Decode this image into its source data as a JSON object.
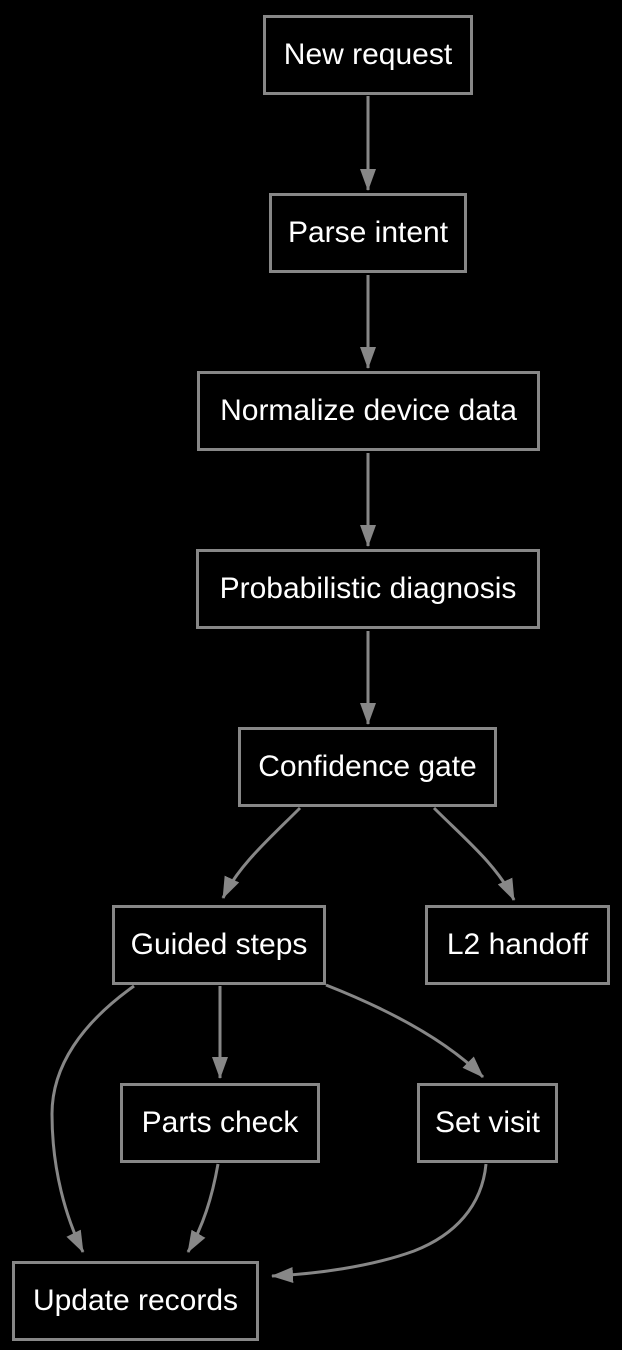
{
  "diagram": {
    "type": "flowchart",
    "colors": {
      "background": "#000000",
      "node_fill": "#000000",
      "node_border": "#878787",
      "node_text": "#ffffff",
      "edge": "#878787"
    },
    "nodes": [
      {
        "id": "new-request",
        "label": "New request"
      },
      {
        "id": "parse-intent",
        "label": "Parse intent"
      },
      {
        "id": "normalize-device-data",
        "label": "Normalize device data"
      },
      {
        "id": "probabilistic-diagnosis",
        "label": "Probabilistic diagnosis"
      },
      {
        "id": "confidence-gate",
        "label": "Confidence gate"
      },
      {
        "id": "guided-steps",
        "label": "Guided steps"
      },
      {
        "id": "l2-handoff",
        "label": "L2 handoff"
      },
      {
        "id": "parts-check",
        "label": "Parts check"
      },
      {
        "id": "set-visit",
        "label": "Set visit"
      },
      {
        "id": "update-records",
        "label": "Update records"
      }
    ],
    "edges": [
      {
        "from": "New request",
        "to": "Parse intent"
      },
      {
        "from": "Parse intent",
        "to": "Normalize device data"
      },
      {
        "from": "Normalize device data",
        "to": "Probabilistic diagnosis"
      },
      {
        "from": "Probabilistic diagnosis",
        "to": "Confidence gate"
      },
      {
        "from": "Confidence gate",
        "to": "Guided steps"
      },
      {
        "from": "Confidence gate",
        "to": "L2 handoff"
      },
      {
        "from": "Guided steps",
        "to": "Parts check"
      },
      {
        "from": "Guided steps",
        "to": "Set visit"
      },
      {
        "from": "Guided steps",
        "to": "Update records"
      },
      {
        "from": "Parts check",
        "to": "Update records"
      },
      {
        "from": "Set visit",
        "to": "Update records"
      }
    ]
  }
}
